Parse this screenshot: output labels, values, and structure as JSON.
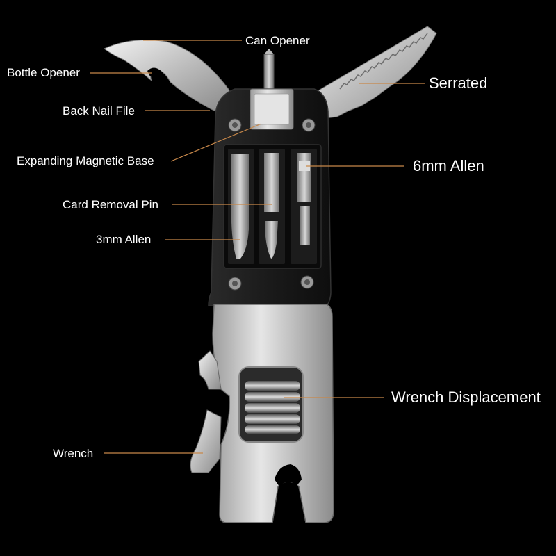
{
  "labels": {
    "can_opener": "Can Opener",
    "bottle_opener": "Bottle Opener",
    "serrated": "Serrated",
    "back_nail_file": "Back Nail File",
    "magnetic_base": "Expanding Magnetic Base",
    "allen_6mm": "6mm Allen",
    "card_removal_pin": "Card Removal Pin",
    "allen_3mm": "3mm Allen",
    "wrench_displacement": "Wrench Displacement",
    "wrench": "Wrench"
  },
  "colors": {
    "background": "#000000",
    "leader_line": "#c8884a",
    "label_text": "#ffffff",
    "steel": "#c9c9c9",
    "body": "#141414"
  }
}
